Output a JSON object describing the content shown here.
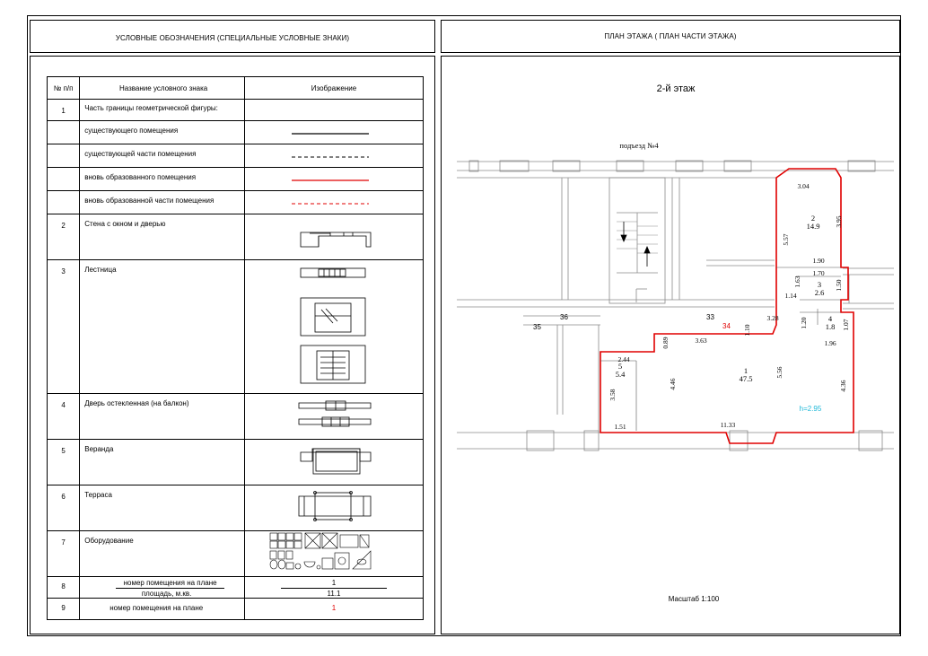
{
  "left_header": "УСЛОВНЫЕ  ОБОЗНАЧЕНИЯ (СПЕЦИАЛЬНЫЕ УСЛОВНЫЕ ЗНАКИ)",
  "right_header": "ПЛАН ЭТАЖА ( ПЛАН ЧАСТИ ЭТАЖА)",
  "legend": {
    "col_num": "№ п/п",
    "col_name": "Название условного знака",
    "col_image": "Изображение",
    "rows": [
      {
        "num": "1",
        "name": "Часть границы геометрической фигуры:"
      },
      {
        "num": "",
        "name": "существующего помещения"
      },
      {
        "num": "",
        "name": "существующей части помещения"
      },
      {
        "num": "",
        "name": "вновь образованного помещения"
      },
      {
        "num": "",
        "name": "вновь образованной части помещения"
      },
      {
        "num": "2",
        "name": "Стена с окном и дверью"
      },
      {
        "num": "3",
        "name": "Лестница"
      },
      {
        "num": "4",
        "name": "Дверь остекленная (на балкон)"
      },
      {
        "num": "5",
        "name": "Веранда"
      },
      {
        "num": "6",
        "name": "Терраса"
      },
      {
        "num": "7",
        "name": "Оборудование"
      },
      {
        "num": "8",
        "name_top": "номер помещения на плане",
        "name_bottom": "площадь, м.кв.",
        "img_top": "1",
        "img_bottom": "11.1"
      },
      {
        "num": "9",
        "name": "номер помещения на плане",
        "img": "1"
      }
    ],
    "line_colors": {
      "existing": "#000000",
      "new": "#e00000"
    }
  },
  "plan": {
    "floor_title": "2-й этаж",
    "entrance": "подъезд №4",
    "scale": "Масштаб 1:100",
    "height_label": "h=2.95",
    "neighbor_labels": [
      "36",
      "35",
      "33"
    ],
    "unit_label": "34",
    "rooms": [
      {
        "number": "1",
        "area": "47.5"
      },
      {
        "number": "2",
        "area": "14.9"
      },
      {
        "number": "3",
        "area": "2.6"
      },
      {
        "number": "4",
        "area": "1.8"
      },
      {
        "number": "5",
        "area": "5.4"
      }
    ],
    "dimensions": [
      "3.04",
      "3.95",
      "5.57",
      "1.90",
      "1.70",
      "1.63",
      "1.50",
      "1.14",
      "3.28",
      "1.10",
      "1.20",
      "1.07",
      "1.96",
      "0.89",
      "3.63",
      "2.44",
      "4.46",
      "5.56",
      "4.36",
      "3.58",
      "1.51",
      "11.33"
    ],
    "colors": {
      "boundary": "#e00000",
      "height": "#1fb8d8",
      "walls": "#888888"
    }
  }
}
